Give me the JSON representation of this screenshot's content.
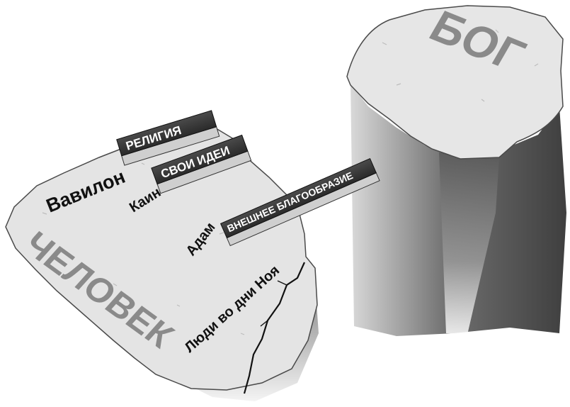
{
  "diagram": {
    "god_label": "БОГ",
    "man_label": "ЧЕЛОВЕК",
    "plank_religion": "РЕЛИГИЯ",
    "plank_own_ideas": "СВОИ ИДЕИ",
    "plank_outward": "ВНЕШНЕЕ БЛАГООБРАЗИЕ",
    "babylon": "Вавилон",
    "cain": "Каин",
    "adam": "Адам",
    "noah": "Люди во дни Ноя"
  }
}
